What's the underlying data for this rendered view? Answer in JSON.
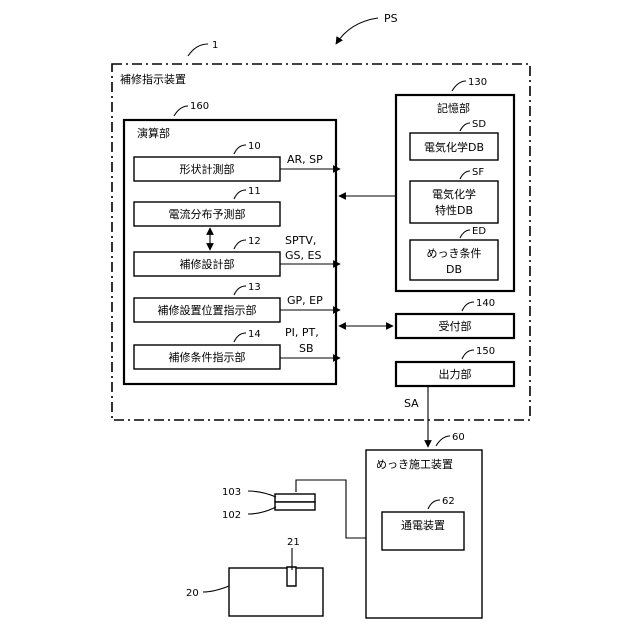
{
  "refs": {
    "system": "PS",
    "device": "1",
    "compute": "160",
    "memory": "130",
    "shape": "10",
    "current": "11",
    "design": "12",
    "position": "13",
    "condition": "14",
    "sd": "SD",
    "sf": "SF",
    "ed": "ED",
    "receiver": "140",
    "output": "150",
    "plating": "60",
    "energize": "62",
    "probe_top": "103",
    "probe_bottom": "102",
    "target": "20",
    "slot": "21"
  },
  "labels": {
    "device": "補修指示装置",
    "compute": "演算部",
    "memory": "記憶部",
    "shape": "形状計測部",
    "current": "電流分布予測部",
    "design": "補修設計部",
    "position": "補修設置位置指示部",
    "condition": "補修条件指示部",
    "sd_line1": "電気化学DB",
    "sf_line1": "電気化学",
    "sf_line2": "特性DB",
    "ed_line1": "めっき条件",
    "ed_line2": "DB",
    "receiver": "受付部",
    "output": "出力部",
    "plating": "めっき施工装置",
    "energize": "通電装置"
  },
  "signals": {
    "shape_out": "AR, SP",
    "design_out_1": "SPTV,",
    "design_out_2": "GS, ES",
    "position_out": "GP, EP",
    "condition_out_1": "PI, PT,",
    "condition_out_2": "SB",
    "output_out": "SA"
  }
}
